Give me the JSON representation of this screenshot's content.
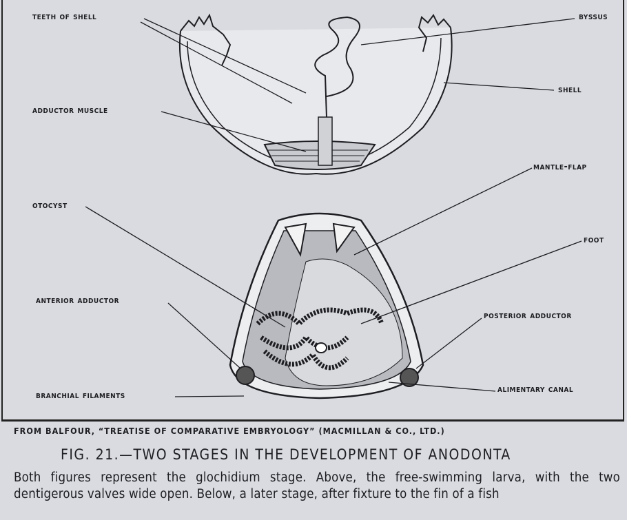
{
  "labels": {
    "teeth_of_shell": "Teeth of Shell",
    "byssus": "Byssus",
    "shell": "Shell",
    "adductor_muscle": "Adductor Muscle",
    "mantle_flap": "Mantle-flap",
    "otocyst": "Otocyst",
    "foot": "Foot",
    "anterior_adductor": "Anterior Adductor",
    "posterior_adductor": "Posterior Adductor",
    "alimentary_canal": "Alimentary Canal",
    "branchial_filaments": "Branchial Filaments"
  },
  "caption": {
    "source": "FROM BALFOUR, “TREATISE OF COMPARATIVE EMBRYOLOGY” (MACMILLAN & CO., LTD.)",
    "title": "FIG. 21.—TWO STAGES IN THE DEVELOPMENT OF ANODONTA",
    "body": "Both figures represent the glochidium stage. Above, the free-swimming larva, with the two dentigerous valves wide open. Below, a later stage, after fixture to the fin of a fish"
  }
}
